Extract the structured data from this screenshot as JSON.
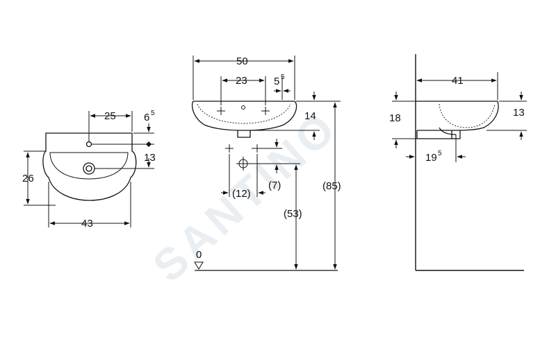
{
  "watermark": "SANTINO",
  "front_view": {
    "dim_width": "43",
    "dim_height": "26",
    "dim_tap_offset": "25",
    "dim_hole_a": "6",
    "dim_hole_a_sup": "5",
    "dim_hole_b": "13"
  },
  "top_view": {
    "dim_width": "50",
    "dim_tap_spacing": "23",
    "dim_tap_edge": "5",
    "dim_tap_edge_sup": "5",
    "dim_bowl_depth": "14",
    "dim_total_height": "(85)",
    "dim_waste_height": "(53)",
    "dim_waste_spacing": "(12)",
    "dim_waste_drop": "(7)",
    "floor_level": "0"
  },
  "side_view": {
    "dim_projection": "41",
    "dim_height_left": "18",
    "dim_height_right": "13",
    "dim_outlet": "19",
    "dim_outlet_sup": "5"
  }
}
